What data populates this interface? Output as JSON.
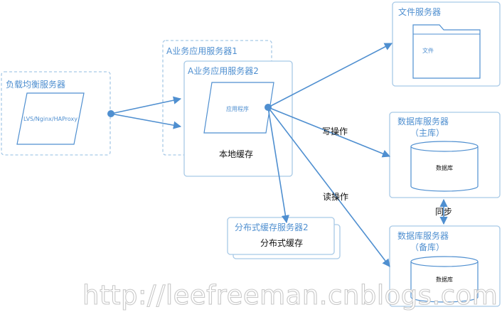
{
  "lb": {
    "title": "负载均衡服务器",
    "inner": "LVS/Nginx/HAProxy"
  },
  "app1": {
    "title": "A业务应用服务器1"
  },
  "app2": {
    "title": "A业务应用服务器2",
    "program": "应用程序",
    "local_cache": "本地缓存"
  },
  "file_server": {
    "title": "文件服务器",
    "folder": "文件"
  },
  "db_master": {
    "title": "数据库服务器",
    "role": "（主库）",
    "cylinder": "数据库"
  },
  "db_backup": {
    "title": "数据库服务器",
    "role": "（备库）",
    "cylinder": "数据库"
  },
  "dist_cache": {
    "title": "分布式缓存服务器2",
    "inner": "分布式缓存"
  },
  "labels": {
    "write": "写操作",
    "read": "读操作",
    "sync": "同步"
  },
  "watermark": "http://leefreeman.cnblogs.com",
  "colors": {
    "accent": "#4f8fd0",
    "box_border": "#a8c9e6"
  }
}
